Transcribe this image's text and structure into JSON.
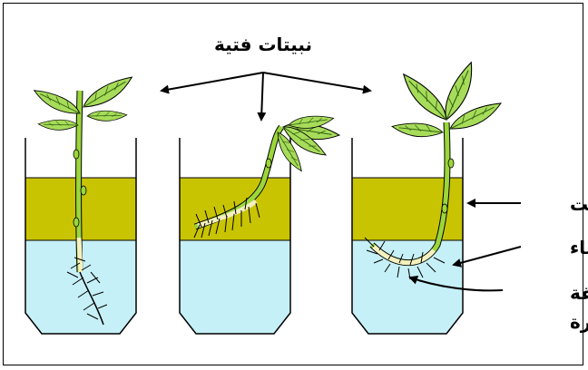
{
  "labels": {
    "seedlings": "نبيتات فتية",
    "oil": "زيت",
    "water": "ماء",
    "hair_zone_line1": "منطقة",
    "hair_zone_line2": "مشعرة"
  },
  "colors": {
    "oil": "#c9c402",
    "water": "#c6f0f7",
    "stem": "#9bd63a",
    "leaf": "#a7dc5a",
    "root_zone": "#f4f0c0",
    "outline": "#000000"
  },
  "icons": [
    "seedling-icon",
    "beaker-icon",
    "arrow-icon"
  ]
}
